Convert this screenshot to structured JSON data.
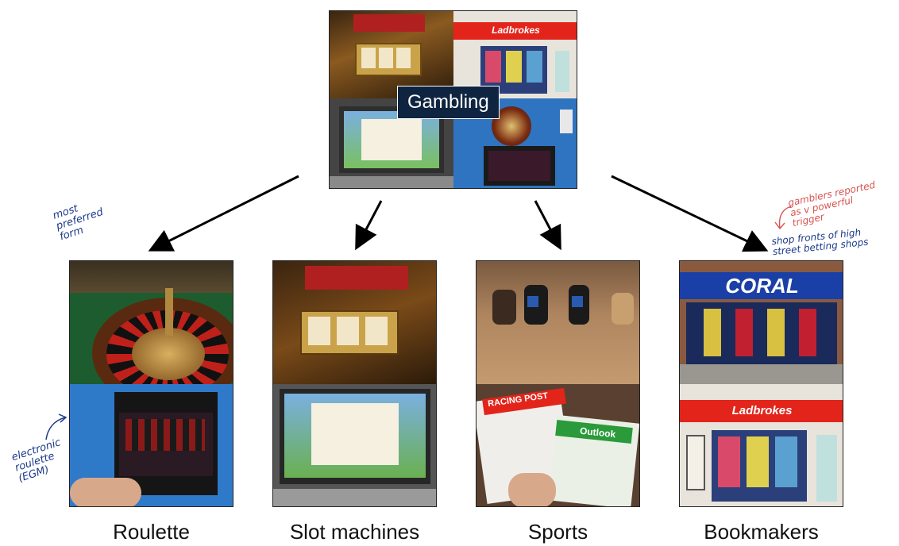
{
  "title": "Gambling",
  "categories": [
    {
      "label": "Roulette"
    },
    {
      "label": "Slot machines"
    },
    {
      "label": "Sports"
    },
    {
      "label": "Bookmakers"
    }
  ],
  "brands": {
    "ladbrokes_top": "Ladbrokes",
    "coral": "CORAL",
    "ladbrokes_bottom": "Ladbrokes",
    "racing_post": "RACING POST",
    "outlook": "Outlook"
  },
  "annotations": {
    "most_preferred": "most\npreferred\nform",
    "electronic_roulette": "electronic\nroulette\n(EGM)",
    "gamblers_reported": "gamblers reported\nas v powerful\ntrigger",
    "shop_fronts": "shop fronts of high\nstreet betting shops"
  },
  "colors": {
    "title_bg": "#0f2440",
    "annotation_blue": "#1c3a8a",
    "annotation_red": "#d9534f",
    "ladbrokes_red": "#e3241b",
    "coral_blue": "#1a3fa6"
  }
}
